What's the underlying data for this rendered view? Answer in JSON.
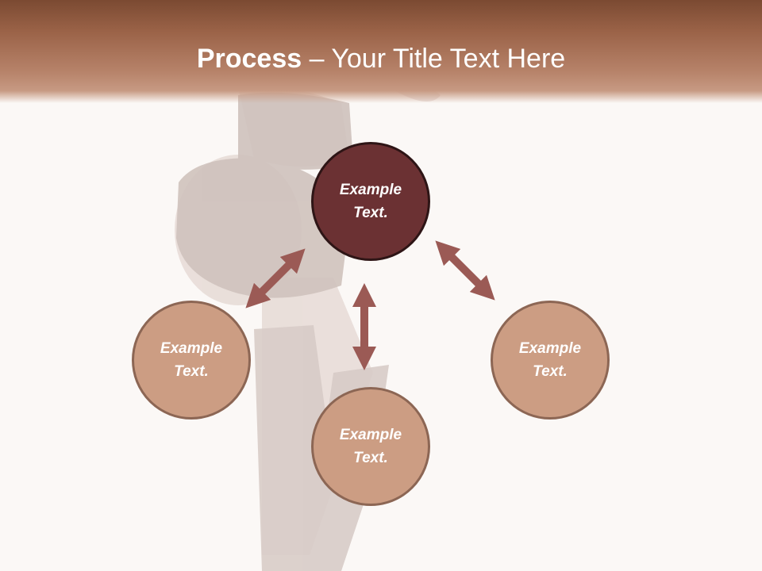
{
  "title": {
    "bold": "Process",
    "rest": " – Your Title Text Here"
  },
  "colors": {
    "header": "#9a6247",
    "center_circle": "#6b3133",
    "outer_circle": "#cc9d83",
    "arrow": "#9b5a55"
  },
  "nodes": [
    {
      "id": "center",
      "label": "Example\nText."
    },
    {
      "id": "left",
      "label": "Example\nText."
    },
    {
      "id": "bottom",
      "label": "Example\nText."
    },
    {
      "id": "right",
      "label": "Example\nText."
    }
  ]
}
